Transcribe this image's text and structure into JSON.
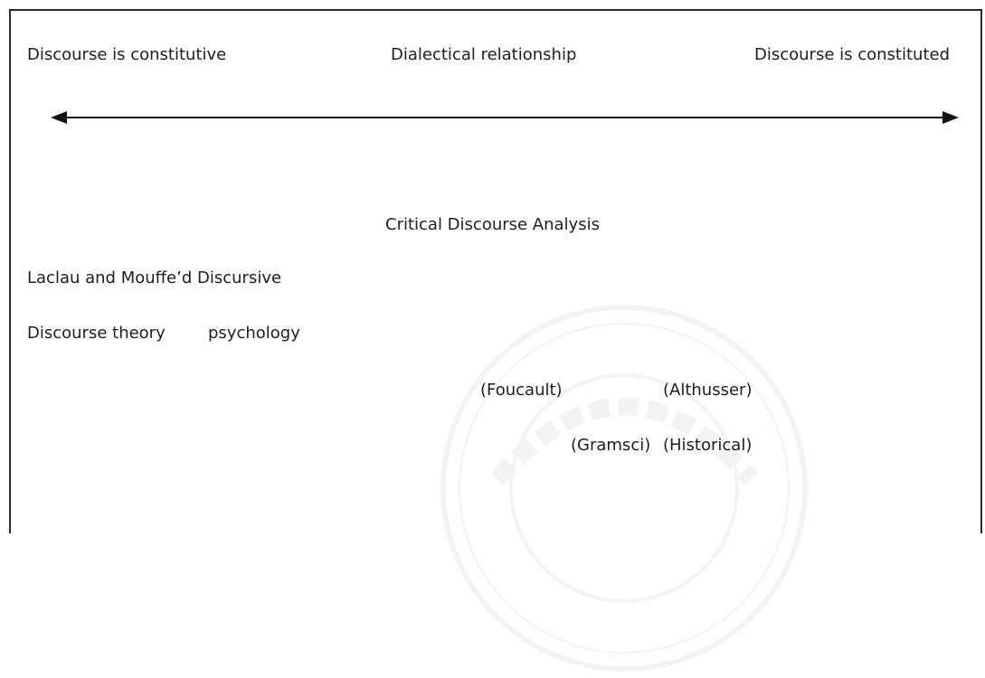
{
  "spectrum": {
    "left_label": "Discourse is constitutive",
    "center_label": "Dialectical relationship",
    "right_label": "Discourse is constituted"
  },
  "approaches": {
    "cda": "Critical Discourse Analysis",
    "laclau_line": "Laclau and Mouffe’d Discursive",
    "discourse_theory": "Discourse theory",
    "psychology": "psychology",
    "foucault": "(Foucault)",
    "althusser": "(Althusser)",
    "gramsci": "(Gramsci)",
    "historical": "(Historical)"
  },
  "colors": {
    "text": "#1e1e1e",
    "line": "#111111",
    "watermark": "#8a7a7a"
  }
}
